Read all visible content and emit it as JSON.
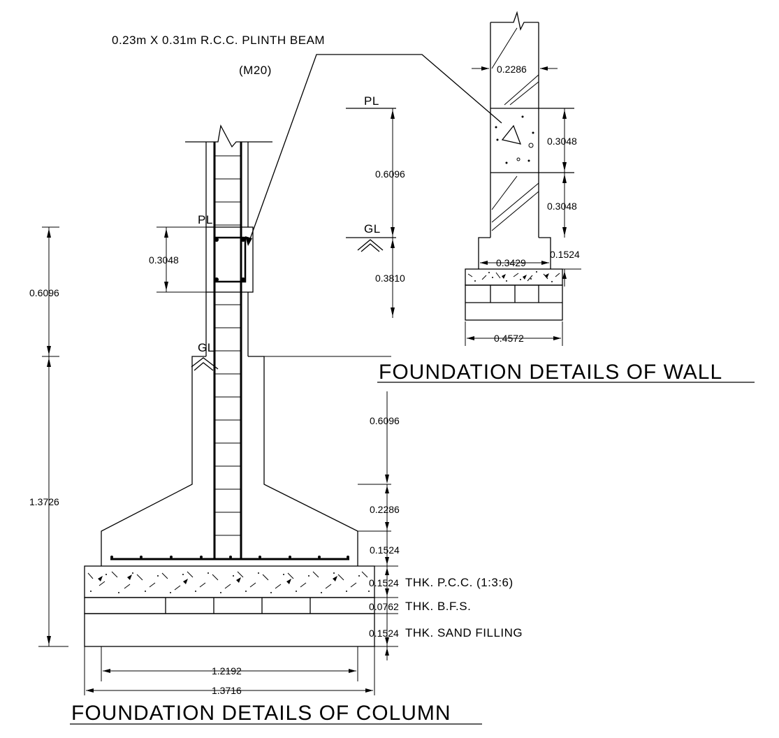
{
  "labels": {
    "beam_callout_line1": "0.23m X 0.31m R.C.C. PLINTH BEAM",
    "beam_callout_line2": "(M20)",
    "wall_title": "FOUNDATION DETAILS OF WALL",
    "column_title": "FOUNDATION DETAILS OF COLUMN",
    "pl": "PL",
    "gl": "GL",
    "pcc": "THK. P.C.C. (1:3:6)",
    "bfs": "THK. B.F.S.",
    "sand": "THK. SAND FILLING"
  },
  "wall_dims": {
    "wall_width": "0.2286",
    "beam_depth": "0.3048",
    "wall_below_beam": "0.3048",
    "pl_to_gl": "0.6096",
    "gl_to_footing": "0.3810",
    "step_width": "0.3429",
    "step_height": "0.1524",
    "footing_width": "0.4572"
  },
  "column_dims": {
    "beam_depth": "0.3048",
    "pl_to_gl": "0.6096",
    "total_below_gl": "1.3726",
    "pedestal_height": "0.6096",
    "slope_height": "0.2286",
    "footing_edge": "0.1524",
    "pcc_thk": "0.1524",
    "bfs_thk": "0.0762",
    "sand_thk": "0.1524",
    "footing_width": "1.2192",
    "base_width": "1.3716"
  }
}
